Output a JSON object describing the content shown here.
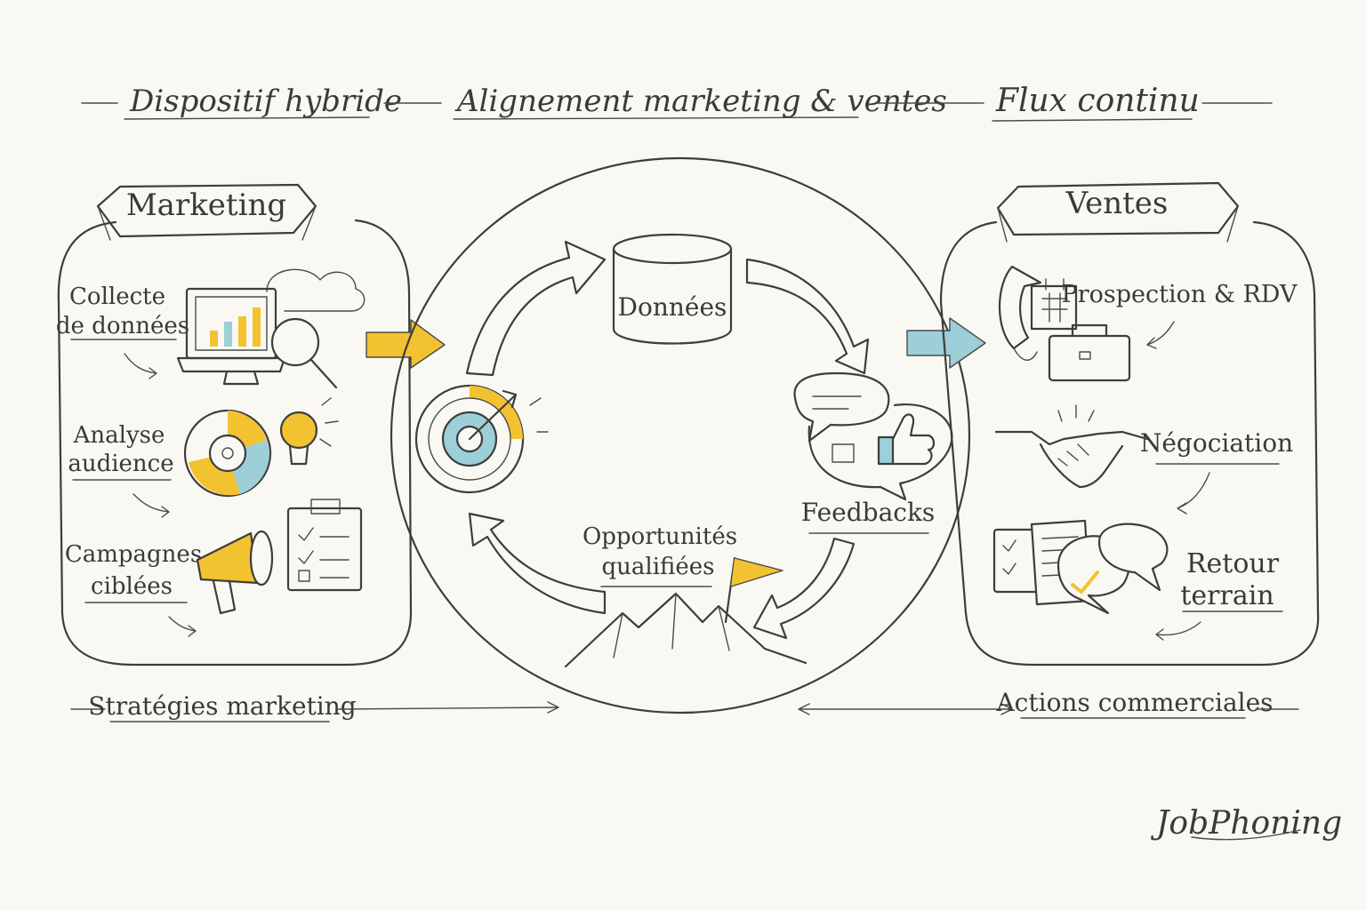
{
  "header": {
    "left": "Dispositif hybride",
    "center": "Alignement marketing & ventes",
    "right": "Flux continu"
  },
  "marketing": {
    "title": "Marketing",
    "steps": [
      {
        "line1": "Collecte",
        "line2": "de données"
      },
      {
        "line1": "Analyse",
        "line2": "audience"
      },
      {
        "line1": "Campagnes",
        "line2": "ciblées"
      }
    ],
    "footer": "Stratégies marketing"
  },
  "cycle": {
    "center_label": "Données",
    "feedbacks": "Feedbacks",
    "opportunities_line1": "Opportunités",
    "opportunities_line2": "qualifiées"
  },
  "ventes": {
    "title": "Ventes",
    "steps": [
      {
        "line1": "Prospection & RDV",
        "line2": ""
      },
      {
        "line1": "Négociation",
        "line2": ""
      },
      {
        "line1": "Retour",
        "line2": "terrain"
      }
    ],
    "footer": "Actions commerciales"
  },
  "brand": "JobPhoning",
  "colors": {
    "accent_yellow": "#f2c230",
    "accent_blue": "#9ccfd8",
    "ink": "#3d3d3d",
    "paper": "#faf8f3"
  },
  "icons": [
    "computer-chart-icon",
    "magnifier-icon",
    "cloud-icon",
    "pie-chart-icon",
    "lightbulb-icon",
    "megaphone-icon",
    "checklist-icon",
    "target-icon",
    "database-icon",
    "speech-bubbles-icon",
    "thumbs-up-icon",
    "mountain-flag-icon",
    "phone-icon",
    "calendar-icon",
    "briefcase-icon",
    "handshake-icon",
    "documents-icon",
    "chat-check-icon"
  ]
}
